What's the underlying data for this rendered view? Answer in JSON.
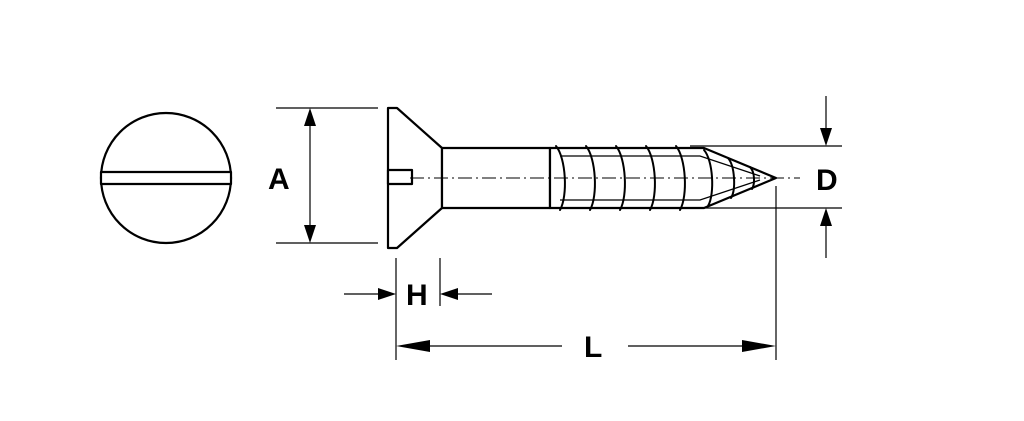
{
  "dimensions": {
    "head_diameter": "A",
    "head_height": "H",
    "length": "L",
    "thread_diameter": "D"
  },
  "colors": {
    "line": "#000000",
    "background": "#ffffff"
  }
}
